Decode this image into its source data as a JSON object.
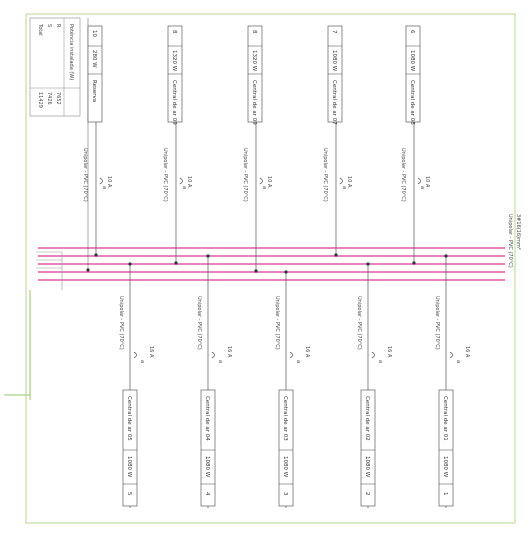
{
  "table": {
    "title": "Potência instalada (W)",
    "rows": [
      {
        "label": "R",
        "value": "7652"
      },
      {
        "label": "S",
        "value": "7426"
      },
      {
        "label": "Total",
        "value": "11429"
      }
    ]
  },
  "bus_label": "3#16(16)mm²",
  "bus_cable": "Unipolar - PVC (70°C)",
  "top_circuits": [
    {
      "num": "10",
      "power": "280 W",
      "desc": "Reserva",
      "cable": "Unipolar - PVC (70°C)",
      "breaker": "10 A",
      "poles": "a"
    },
    {
      "num": "8",
      "power": "1320 W",
      "desc": "Central de ar 09",
      "cable": "Unipolar - PVC (70°C)",
      "breaker": "10 A",
      "poles": "a"
    },
    {
      "num": "8",
      "power": "1320 W",
      "desc": "Central de ar 09",
      "cable": "Unipolar - PVC (70°C)",
      "breaker": "10 A",
      "poles": "a"
    },
    {
      "num": "7",
      "power": "1080 W",
      "desc": "Central de ar 07",
      "cable": "Unipolar - PVC (70°C)",
      "breaker": "10 A",
      "poles": "a"
    },
    {
      "num": "6",
      "power": "1080 W",
      "desc": "Central de ar 06",
      "cable": "Unipolar - PVC (70°C)",
      "breaker": "10 A",
      "poles": "a"
    }
  ],
  "bottom_circuits": [
    {
      "num": "5",
      "power": "1080 W",
      "desc": "Central de ar 05",
      "cable": "Unipolar - PVC (70°C)",
      "breaker": "16 A",
      "poles": "a"
    },
    {
      "num": "4",
      "power": "1080 W",
      "desc": "Central de ar 04",
      "cable": "Unipolar - PVC (70°C)",
      "breaker": "16 A",
      "poles": "a"
    },
    {
      "num": "3",
      "power": "1080 W",
      "desc": "Central de ar 03",
      "cable": "Unipolar - PVC (70°C)",
      "breaker": "16 A",
      "poles": "a"
    },
    {
      "num": "2",
      "power": "1080 W",
      "desc": "Central de ar 02",
      "cable": "Unipolar - PVC (70°C)",
      "breaker": "16 A",
      "poles": "a"
    },
    {
      "num": "1",
      "power": "1080 W",
      "desc": "Central de ar 01",
      "cable": "Unipolar - PVC (70°C)",
      "breaker": "16 A",
      "poles": "a"
    }
  ],
  "colors": {
    "bus": "#e05aa8",
    "frame": "#b7d88a",
    "line": "#555555"
  }
}
